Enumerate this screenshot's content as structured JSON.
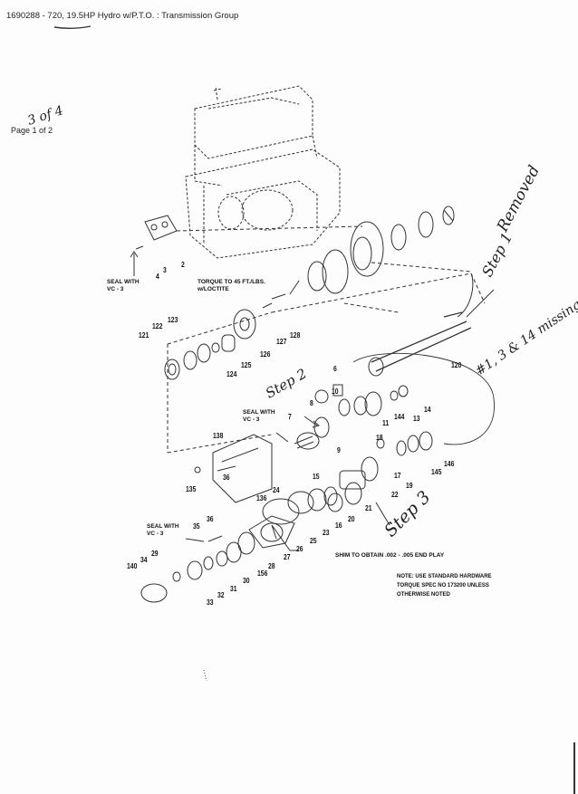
{
  "header": {
    "title": "1690288 - 720, 19.5HP Hydro w/P.T.O. : Transmission Group",
    "page": "Page 1 of 2"
  },
  "handwriting": {
    "sheet_count": "3 of 4",
    "removed": "Removed",
    "step1": "Step 1",
    "missing": "#1, 3 & 14 missing",
    "step2": "Step 2",
    "step3": "Step 3"
  },
  "callouts": {
    "seal_vc3_a": "SEAL WITH\nVC - 3",
    "torque": "TORQUE TO 45 FT./LBS.\nw/LOCTITE",
    "seal_vc3_b": "SEAL WITH\nVC - 3",
    "seal_vc3_c": "SEAL WITH\nVC - 3",
    "shim": "SHIM TO OBTAIN .002 - .005 END PLAY"
  },
  "note": "NOTE: USE STANDARD HARDWARE\nTORQUE SPEC NO 173200 UNLESS\nOTHERWISE NOTED",
  "parts": [
    "2",
    "3",
    "4",
    "120",
    "128",
    "127",
    "126",
    "125",
    "124",
    "123",
    "122",
    "121",
    "6",
    "10",
    "144",
    "13",
    "14",
    "8",
    "7",
    "11",
    "18",
    "17",
    "9",
    "145",
    "146",
    "15",
    "19",
    "22",
    "138",
    "36",
    "135",
    "136",
    "24",
    "20",
    "21",
    "16",
    "23",
    "25",
    "35",
    "36",
    "26",
    "27",
    "28",
    "156",
    "30",
    "31",
    "32",
    "33",
    "29",
    "34",
    "140"
  ]
}
